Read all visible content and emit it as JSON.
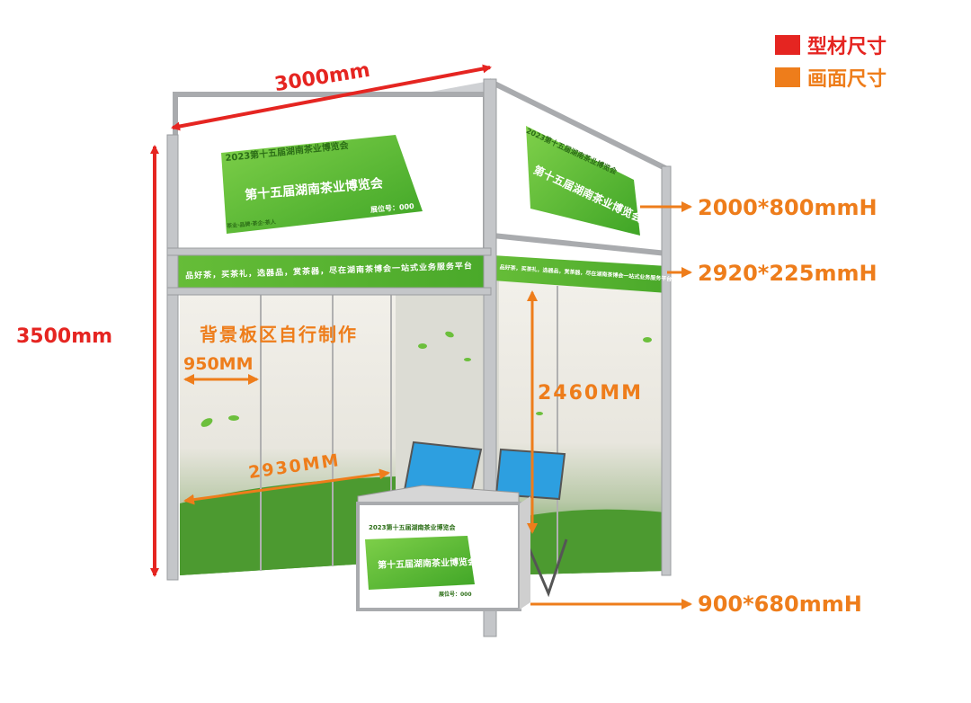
{
  "colors": {
    "frame": "#e52521",
    "graphic": "#ee7d1b",
    "banner_green": "#5cb931",
    "panel_grey": "#e9e7e3",
    "chair_blue": "#2d9fe0"
  },
  "legend": [
    {
      "label": "型材尺寸",
      "color": "#e52521"
    },
    {
      "label": "画面尺寸",
      "color": "#ee7d1b"
    }
  ],
  "dimensions": {
    "width": "3000mm",
    "height": "3500mm",
    "top_sign": "2000*800mmH",
    "fascia": "2920*225mmH",
    "counter": "900*680mmH",
    "panel_height": "2460MM",
    "panel_width": "950MM",
    "back_width": "2930MM"
  },
  "booth": {
    "sign_year_title": "2023第十五届湖南茶业博览会",
    "sign_main_title": "第十五届湖南茶业博览会",
    "booth_number": "展位号：000",
    "sign_small": "茶业·品牌·茶企·茶人",
    "fascia_text": "品好茶，买茶礼，选器品，赏茶器，尽在湖南茶博会一站式业务服务平台",
    "back_wall_note": "背景板区自行制作",
    "counter_year_title": "2023第十五届湖南茶业博览会",
    "counter_main_title": "第十五届湖南茶业博览会",
    "counter_booth_number": "展位号：000"
  }
}
